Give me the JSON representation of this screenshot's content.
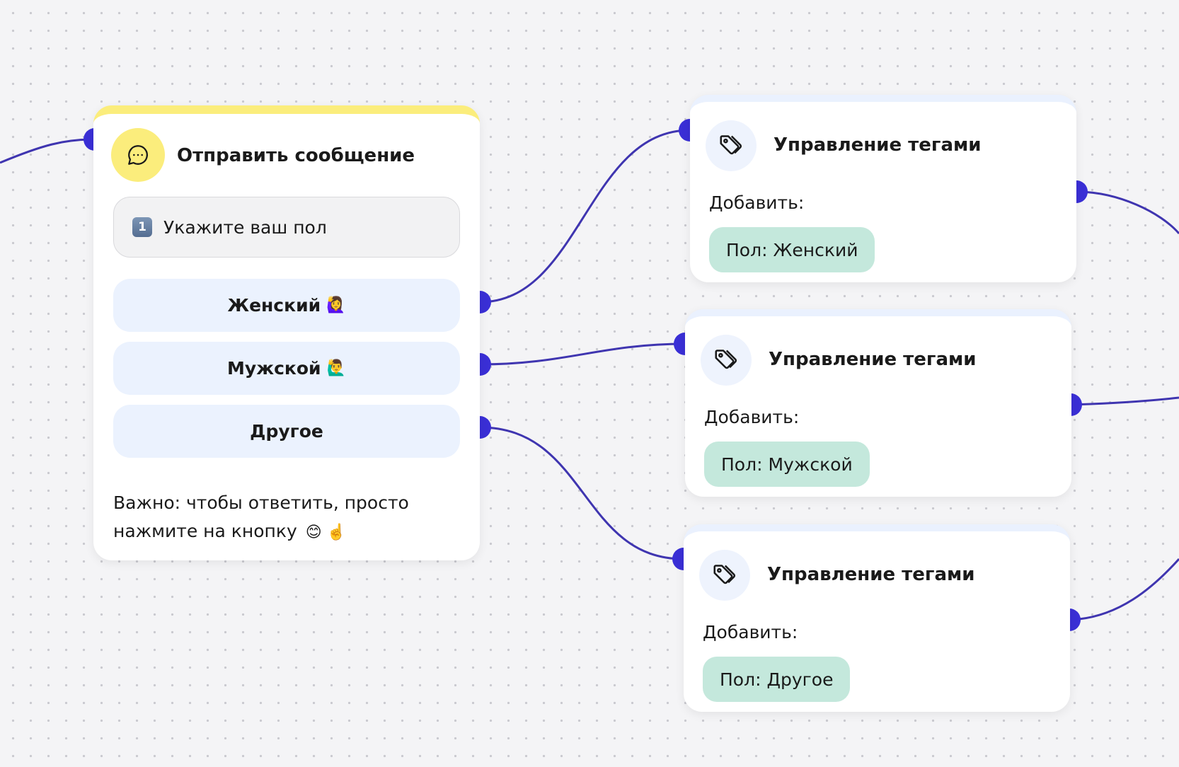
{
  "colors": {
    "connector": "#3a2fd6",
    "wire": "#3f35b0",
    "message_accent": "#fbed7c",
    "tag_pill": "#c4e8dc",
    "answer_button": "#ebf2fe"
  },
  "message_node": {
    "icon": "chat-bubble-icon",
    "title": "Отправить сообщение",
    "question_badge": "1",
    "question": "Укажите ваш пол",
    "answers": [
      {
        "label": "Женский",
        "emoji": "🙋‍♀️"
      },
      {
        "label": "Мужской",
        "emoji": "🙋‍♂️"
      },
      {
        "label": "Другое",
        "emoji": ""
      }
    ],
    "note_line1": "Важно: чтобы ответить, просто",
    "note_line2": "нажмите на кнопку",
    "note_emoji": "😊 ☝️"
  },
  "tag_nodes": [
    {
      "icon": "tag-icon",
      "title": "Управление тегами",
      "add_label": "Добавить:",
      "tag": "Пол: Женский"
    },
    {
      "icon": "tag-icon",
      "title": "Управление тегами",
      "add_label": "Добавить:",
      "tag": "Пол: Мужской"
    },
    {
      "icon": "tag-icon",
      "title": "Управление тегами",
      "add_label": "Добавить:",
      "tag": "Пол: Другое"
    }
  ]
}
